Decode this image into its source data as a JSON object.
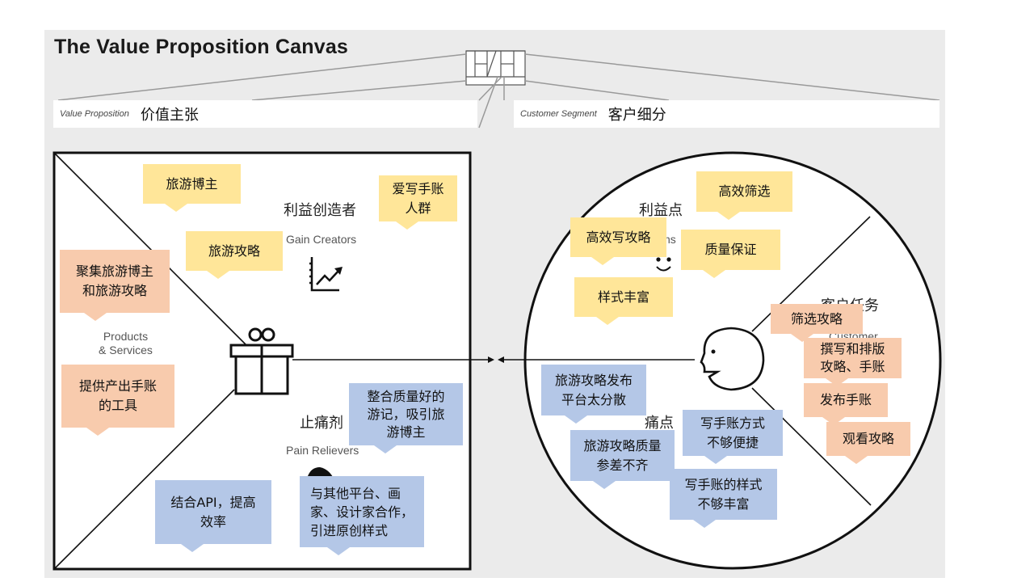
{
  "title": "The Value Proposition Canvas",
  "headers": {
    "value_proposition": {
      "en": "Value Proposition",
      "zh": "价值主张"
    },
    "customer_segment": {
      "en": "Customer Segment",
      "zh": "客户细分"
    }
  },
  "value_map": {
    "gain_creators": {
      "zh": "利益创造者",
      "en": "Gain Creators",
      "icon": "chart-rising-icon"
    },
    "products_services": {
      "en_line1": "Products",
      "en_line2": "& Services",
      "icon": "gift-icon"
    },
    "pain_relievers": {
      "zh": "止痛剂",
      "en": "Pain Relievers",
      "icon": "pill-icon"
    },
    "notes": {
      "gain": [
        "旅游博主",
        "爱写手账\n人群",
        "旅游攻略"
      ],
      "products": [
        "聚集旅游博主\n和旅游攻略",
        "提供产出手账\n的工具"
      ],
      "pain": [
        "整合质量好的\n游记，吸引旅\n游博主",
        "结合API，提高\n效率",
        "与其他平台、画\n家、设计家合作，\n引进原创样式"
      ]
    }
  },
  "customer_profile": {
    "gains": {
      "zh": "利益点",
      "en_partial": "ns",
      "icon": "smiley-icon"
    },
    "jobs": {
      "zh": "客户任务",
      "en": "Customer",
      "icon": "face-icon"
    },
    "pains": {
      "zh": "痛点",
      "icon": "frown-icon"
    },
    "notes": {
      "gains": [
        "高效筛选",
        "高效写攻略",
        "质量保证",
        "样式丰富"
      ],
      "jobs": [
        "筛选攻略",
        "撰写和排版\n攻略、手账",
        "发布手账",
        "观看攻略"
      ],
      "pains": [
        "旅游攻略发布\n平台太分散",
        "写手账方式\n不够便捷",
        "旅游攻略质量\n参差不齐",
        "写手账的样式\n不够丰富"
      ]
    }
  },
  "colors": {
    "gain_note": "#ffe699",
    "product_job_note": "#f8cbad",
    "pain_note": "#b4c7e7",
    "background": "#ebebeb"
  }
}
